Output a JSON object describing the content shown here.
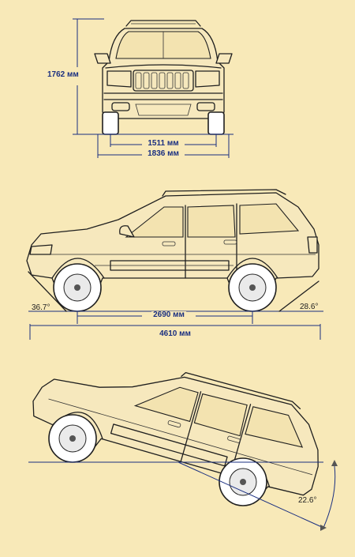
{
  "dimensions": {
    "height": "1762 мм",
    "track": "1511 мм",
    "width": "1836 мм",
    "wheelbase": "2690 мм",
    "length": "4610 мм"
  },
  "angles": {
    "approach": "36.7°",
    "departure": "28.6°",
    "breakover": "22.6°"
  },
  "colors": {
    "background": "#f8e9b8",
    "dimension_lines": "#1a2f80",
    "outline": "#1f1f1f"
  }
}
